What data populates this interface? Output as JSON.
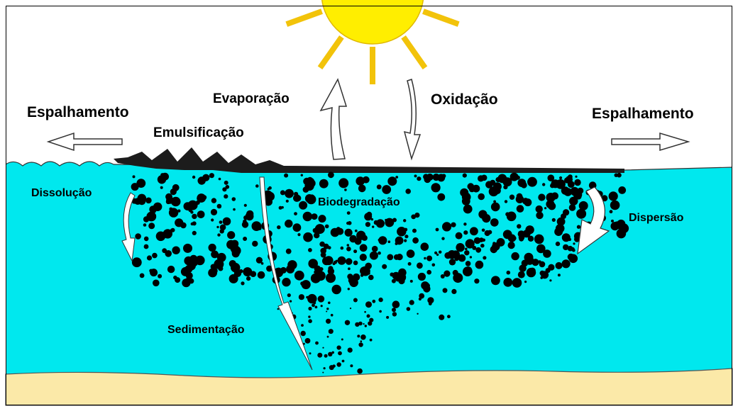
{
  "labels": {
    "spreading_left": "Espalhamento",
    "emulsification": "Emulsificação",
    "evaporation": "Evaporação",
    "oxidation": "Oxidação",
    "spreading_right": "Espalhamento",
    "dissolution": "Dissolução",
    "biodegradation": "Biodegradação",
    "dispersion": "Dispersão",
    "sedimentation": "Sedimentação"
  },
  "colors": {
    "sky": "#ffffff",
    "water": "#00e8ee",
    "seabed": "#fbe9a8",
    "sun_core": "#ffee00",
    "sun_ray": "#f2c30a",
    "oil": "#1c1c1c",
    "droplets": "#000000",
    "arrows": "#ffffff"
  }
}
